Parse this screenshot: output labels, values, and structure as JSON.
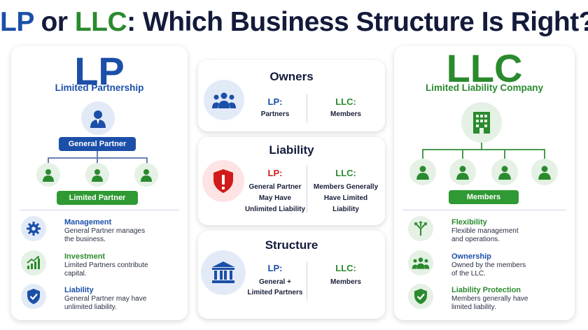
{
  "title": {
    "lp": "LP",
    "or": " or ",
    "llc": "LLC",
    "rest": ": Which Business Structure Is Right?"
  },
  "lp_card": {
    "heading": "LP",
    "subtitle": "Limited Partnership",
    "general_partner_label": "General Partner",
    "limited_partner_label": "Limited Partner",
    "features": [
      {
        "title": "Management",
        "text": [
          "General Partner manages",
          "the business."
        ],
        "icon": "gear-icon"
      },
      {
        "title": "Investment",
        "text": [
          "Limited Partners contribute",
          "capital."
        ],
        "icon": "growth-chart-icon"
      },
      {
        "title": "Liability",
        "text": [
          "General Partner may have",
          "unlimited liability."
        ],
        "icon": "shield-check-icon"
      }
    ]
  },
  "llc_card": {
    "heading": "LLC",
    "subtitle": "Limited Liability Company",
    "members_label": "Members",
    "features": [
      {
        "title": "Flexibility",
        "text": [
          "Flexible management",
          "and operations."
        ],
        "icon": "split-arrows-icon"
      },
      {
        "title": "Ownership",
        "text": [
          "Owned by the members",
          "of the LLC."
        ],
        "icon": "group-icon"
      },
      {
        "title": "Liability Protection",
        "text": [
          "Members generally have",
          "limited liability."
        ],
        "icon": "shield-check-icon"
      }
    ]
  },
  "owners": {
    "title": "Owners",
    "lp_label": "LP:",
    "lp_text": [
      "Partners"
    ],
    "llc_label": "LLC:",
    "llc_text": [
      "Members"
    ]
  },
  "liability": {
    "title": "Liability",
    "lp_label": "LP:",
    "lp_text": [
      "General Partner",
      "May Have",
      "Unlimited Liability"
    ],
    "llc_label": "LLC:",
    "llc_text": [
      "Members Generally",
      "Have Limited",
      "Liability"
    ]
  },
  "structure": {
    "title": "Structure",
    "lp_label": "LP:",
    "lp_text": [
      "General +",
      "Limited Partners"
    ],
    "llc_label": "LLC:",
    "llc_text": [
      "Members"
    ]
  },
  "colors": {
    "lp_blue": "#1b4fa8",
    "llc_green": "#2a8a2e",
    "alert_red": "#d11a1a",
    "navy": "#131a3b"
  }
}
